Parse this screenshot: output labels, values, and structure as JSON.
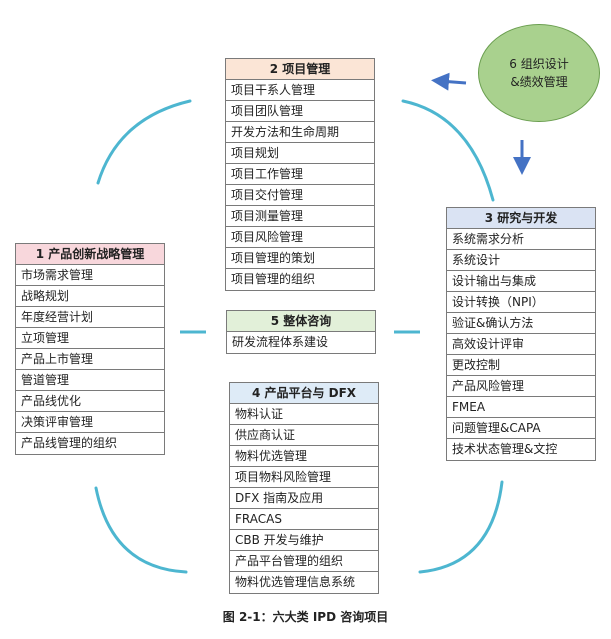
{
  "colors": {
    "arc": "#4db6d0",
    "arrow": "#4472c4",
    "header_mgmt": "#fbe5d6",
    "header_rd": "#dae3f3",
    "header_strategy": "#f8d7dc",
    "header_consult": "#e2f0d9",
    "header_platform": "#deebf7",
    "circle": "#a9d18e"
  },
  "circle": {
    "line1": "6 组织设计",
    "line2": "&绩效管理"
  },
  "boxes": {
    "mgmt": {
      "title": "2 项目管理",
      "items": [
        "项目干系人管理",
        "项目团队管理",
        "开发方法和生命周期",
        "项目规划",
        "项目工作管理",
        "项目交付管理",
        "项目测量管理",
        "项目风险管理",
        "项目管理的策划",
        "项目管理的组织"
      ]
    },
    "rd": {
      "title": "3 研究与开发",
      "items": [
        "系统需求分析",
        "系统设计",
        "设计输出与集成",
        "设计转换（NPI）",
        "验证&确认方法",
        "高效设计评审",
        "更改控制",
        "产品风险管理",
        "FMEA",
        "问题管理&CAPA",
        "技术状态管理&文控"
      ]
    },
    "strategy": {
      "title": "1 产品创新战略管理",
      "items": [
        "市场需求管理",
        "战略规划",
        "年度经营计划",
        "立项管理",
        "产品上市管理",
        "管道管理",
        "产品线优化",
        "决策评审管理",
        "产品线管理的组织"
      ]
    },
    "consult": {
      "title": "5 整体咨询",
      "items": [
        "研发流程体系建设"
      ]
    },
    "platform": {
      "title": "4 产品平台与 DFX",
      "items": [
        "物料认证",
        "供应商认证",
        "物料优选管理",
        "项目物料风险管理",
        "DFX 指南及应用",
        "FRACAS",
        "CBB 开发与维护",
        "产品平台管理的组织",
        "物料优选管理信息系统"
      ]
    }
  },
  "caption": "图 2-1：六大类 IPD 咨询项目"
}
